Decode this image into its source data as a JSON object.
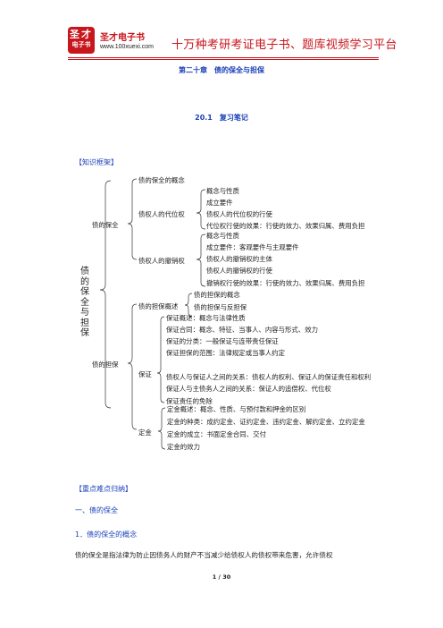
{
  "header": {
    "logo_top": "圣才",
    "logo_bottom": "电子书",
    "brand": "圣才电子书",
    "url": "www.100xuexi.com",
    "slogan": "十万种考研考证电子书、题库视频学习平台"
  },
  "chapter_title": "第二十章　债的保全与担保",
  "section_title": "20.1　复习笔记",
  "knowledge_label": "【知识框架】",
  "tree": {
    "root": "债的保全与担保",
    "b1": {
      "label": "债的保全",
      "c1": "债的保全的概念",
      "c2": {
        "label": "债权人的代位权",
        "items": [
          "概念与性质",
          "成立要件",
          "债权人的代位权的行使",
          "代位权行使的效果：行使的效力、效果归属、费用负担"
        ]
      },
      "c3": {
        "label": "债权人的撤销权",
        "items": [
          "概念与性质",
          "成立要件：客观要件与主观要件",
          "债权人的撤销权的主体",
          "债权人的撤销权的行使",
          "撤销权行使的效果：行使的效力、效果归属、费用负担"
        ]
      }
    },
    "b2": {
      "label": "债的担保",
      "c1": {
        "label": "债的担保概述",
        "items": [
          "债的担保的概念",
          "债的担保与反担保"
        ]
      },
      "c2": {
        "label": "保证",
        "items": [
          "保证概述：概念与法律性质",
          "保证合同：概念、特征、当事人、内容与形式、效力",
          "保证的分类：一般保证与连带责任保证",
          "保证担保的范围：法律规定或当事人约定",
          "债权人与保证人之间的关系：债权人的权利、保证人的保证责任和权利",
          "保证人与主债务人之间的关系：保证人的追偿权、代位权",
          "保证责任的免除"
        ]
      },
      "c3": {
        "label": "定金",
        "items": [
          "定金概述：概念、性质、与预付款和押金的区别",
          "定金的种类：成约定金、证约定金、违约定金、解约定金、立约定金",
          "定金的成立：书面定金合同、交付",
          "定金的效力"
        ]
      }
    }
  },
  "key_points_label": "【重点难点归纳】",
  "sec1": "一、债的保全",
  "sec2": "1．债的保全的概念",
  "para": "债的保全是指法律为防止因债务人的财产不当减少给债权人的债权带来危害，允许债权",
  "page_number": "1 / 30",
  "colors": {
    "brand_red": "#c8161d",
    "heading_blue": "#1a3fb8"
  }
}
